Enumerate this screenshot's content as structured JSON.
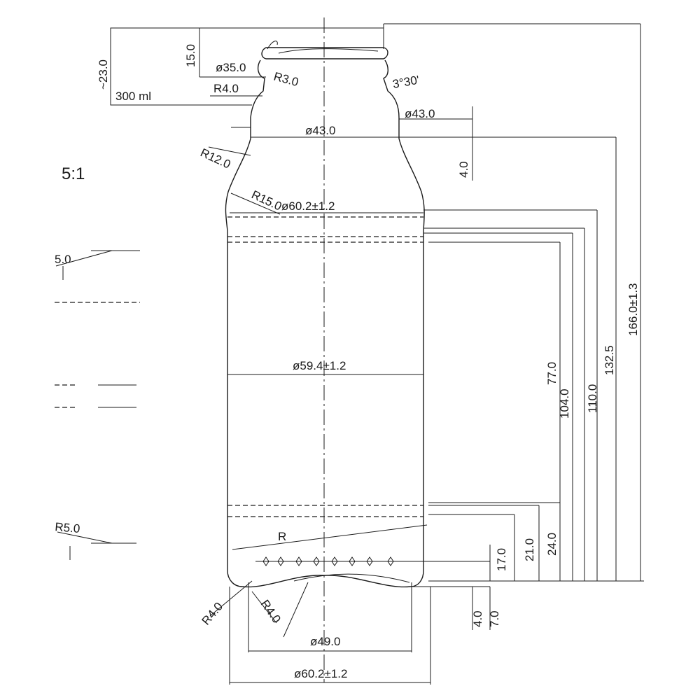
{
  "drawing": {
    "scale": "5:1",
    "dimensions": {
      "cap_height": "~23.0",
      "finish_height": "15.0",
      "thread_dia": "ø35.0",
      "r3": "R3.0",
      "r4_top": "R4.0",
      "capacity": "300 ml",
      "taper_angle": "3°30'",
      "neck_dia_right": "ø43.0",
      "neck_dia": "ø43.0",
      "r12": "R12.0",
      "neck_len": "4.0",
      "r15": "R15.0",
      "shoulder_dia": "ø60.2±1.2",
      "body_dia": "ø59.4±1.2",
      "h77": "77.0",
      "h104": "104.0",
      "h110": "110.0",
      "h132": "132.5",
      "h166": "166.0±1.3",
      "detail_5": "5.0",
      "detail_r5": "R5.0",
      "base_r": "R",
      "h17": "17.0",
      "h21": "21.0",
      "h24": "24.0",
      "h4": "4.0",
      "h7": "7.0",
      "r4_left": "R4.0",
      "r4_inner": "R4.0",
      "base_dia": "ø49.0",
      "bottom_dia": "ø60.2±1.2"
    }
  }
}
